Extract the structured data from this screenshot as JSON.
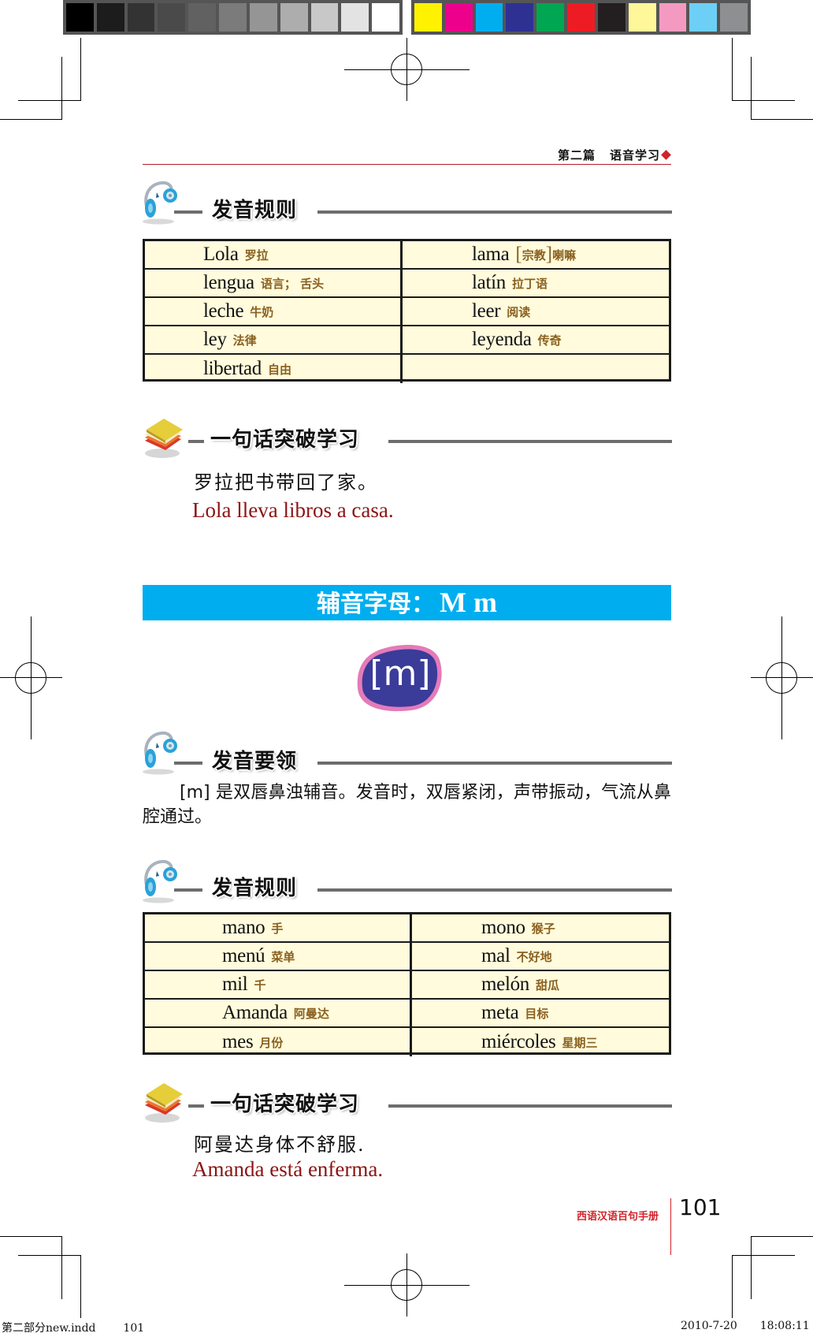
{
  "print_marks": {
    "gray_swatches": [
      "#000000",
      "#1c1c1c",
      "#333333",
      "#4a4a4a",
      "#616161",
      "#7b7b7b",
      "#959595",
      "#adadad",
      "#c8c8c8",
      "#e3e3e3",
      "#ffffff"
    ],
    "color_swatches": [
      "#fff200",
      "#ec008c",
      "#00aeef",
      "#2e3192",
      "#00a651",
      "#ed1c24",
      "#231f20",
      "#fff799",
      "#f49ac1",
      "#6dcff6",
      "#8e8f91"
    ]
  },
  "running_header": {
    "part": "第二篇",
    "section": "语音学习"
  },
  "sections": [
    {
      "type": "rules",
      "title": "发音规则",
      "rows": [
        {
          "left": {
            "es": "Lola",
            "zh": "罗拉"
          },
          "right": {
            "es": "lama",
            "tag": "宗教",
            "zh": "喇嘛"
          }
        },
        {
          "left": {
            "es": "lengua",
            "zh": "语言； 舌头"
          },
          "right": {
            "es": "latín",
            "zh": "拉丁语"
          }
        },
        {
          "left": {
            "es": "leche",
            "zh": "牛奶"
          },
          "right": {
            "es": "leer",
            "zh": "阅读"
          }
        },
        {
          "left": {
            "es": "ley",
            "zh": "法律"
          },
          "right": {
            "es": "leyenda",
            "zh": "传奇"
          }
        },
        {
          "left": {
            "es": "libertad",
            "zh": "自由"
          },
          "right": {
            "es": "",
            "zh": ""
          }
        }
      ]
    },
    {
      "type": "sentence",
      "title": "一句话突破学习",
      "zh": "罗拉把书带回了家。",
      "es": "Lola lleva libros a casa."
    }
  ],
  "banner": {
    "label": "辅音字母：",
    "letters": "M m",
    "color": "#00aeef"
  },
  "phoneme": {
    "symbol": "[m]",
    "fill": "#3b3b9a",
    "outline": "#e47bb8"
  },
  "essentials": {
    "title": "发音要领",
    "text": "[m] 是双唇鼻浊辅音。发音时，双唇紧闭，声带振动，气流从鼻腔通过。"
  },
  "rules2": {
    "title": "发音规则",
    "rows": [
      {
        "left": {
          "es": "mano",
          "zh": "手"
        },
        "right": {
          "es": "mono",
          "zh": "猴子"
        }
      },
      {
        "left": {
          "es": "menú",
          "zh": "菜单"
        },
        "right": {
          "es": "mal",
          "zh": "不好地"
        }
      },
      {
        "left": {
          "es": "mil",
          "zh": "千"
        },
        "right": {
          "es": "melón",
          "zh": "甜瓜"
        }
      },
      {
        "left": {
          "es": "Amanda",
          "zh": "阿曼达"
        },
        "right": {
          "es": "meta",
          "zh": "目标"
        }
      },
      {
        "left": {
          "es": "mes",
          "zh": "月份"
        },
        "right": {
          "es": "miércoles",
          "zh": "星期三"
        }
      }
    ]
  },
  "sentence2": {
    "title": "一句话突破学习",
    "zh": "阿曼达身体不舒服.",
    "es": "Amanda está enferma."
  },
  "footer": {
    "book_title": "西语汉语百句手册",
    "page_number": "101"
  },
  "slug": {
    "file": "第二部分new.indd",
    "page": "101",
    "date": "2010-7-20",
    "time": "18:08:11"
  }
}
